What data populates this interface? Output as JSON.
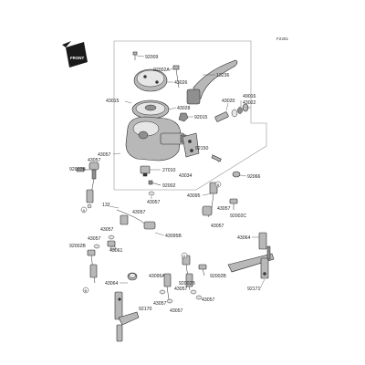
{
  "diagram_id": "F2261",
  "front_icon_text": "FRONT",
  "callout_letters": {
    "a": "A",
    "b": "B"
  },
  "labels": {
    "p92009": "92009",
    "p92002A_top": "92002A",
    "p13236": "13236",
    "p43026_cap": "43026",
    "p43015": "43015",
    "p43028": "43028",
    "p43020": "43020",
    "p49016": "49016",
    "p43022": "43022",
    "p92015": "92015",
    "p43057_left1": "43057",
    "p92150": "92150",
    "p92002B_1": "92002B",
    "p43057_left2": "43057",
    "p27010": "27010",
    "p43034": "43034",
    "p92066": "92066",
    "p92002_switch": "92002",
    "p43057_center": "43057",
    "p43095": "43095",
    "p132": "132",
    "p92002C": "92002C",
    "p43057_a": "43057",
    "p43057_b": "43057",
    "p43095B": "43095B",
    "p43057_c": "43057",
    "p92002B_2": "92002B",
    "p43061": "43061",
    "p43057_d": "43057",
    "p43057_e": "43057",
    "p43064_right": "43064",
    "p43064_left": "43064",
    "p43095A": "43095A",
    "p92002B_3": "92002B",
    "p92002B_4": "92002B",
    "p43057_f": "43057",
    "p43057_g": "43057",
    "p92171": "92171",
    "p92170": "92170",
    "p43057_h": "43057",
    "p43057_i": "43057"
  }
}
